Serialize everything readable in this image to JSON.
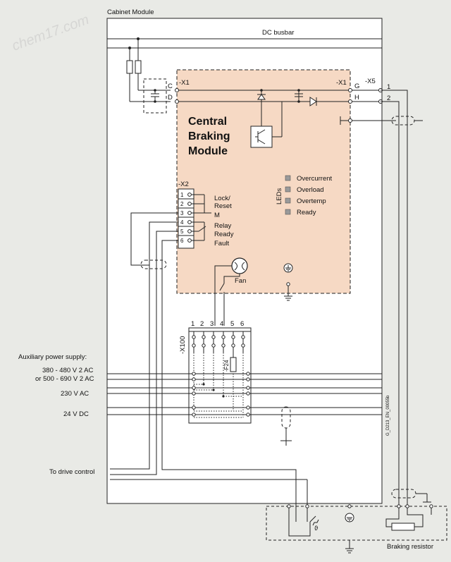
{
  "cabinet": {
    "title": "Cabinet Module",
    "busbar_label": "DC busbar"
  },
  "module": {
    "title_lines": [
      "Central",
      "Braking",
      "Module"
    ]
  },
  "connectors": {
    "x1_left": "-X1",
    "x1_right": "-X1",
    "x5": "-X5",
    "x2": "-X2",
    "x100": "-X100",
    "c": "C",
    "d": "D",
    "g": "G",
    "h": "H",
    "x5_1": "1",
    "x5_2": "2"
  },
  "leds": {
    "label": "LEDs",
    "items": [
      "Overcurrent",
      "Overload",
      "Overtemp",
      "Ready"
    ],
    "color": "#9a9a9a"
  },
  "x2_terminals": [
    "1",
    "2",
    "3",
    "4",
    "5",
    "6"
  ],
  "x2_labels": {
    "lock": "Lock/",
    "reset": "Reset",
    "m": "M",
    "relay": "Relay",
    "ready": "Ready",
    "fault": "Fault"
  },
  "fan_label": "Fan",
  "fuse_label": "-F24",
  "x100_terminals": [
    "1",
    "2",
    "3",
    "4",
    "5",
    "6"
  ],
  "supply": {
    "title": "Auxiliary power supply:",
    "ac1_line1": "380 - 480 V 2 AC",
    "ac1_line2": "or 500 - 690 V 2 AC",
    "ac230": "230 V AC",
    "dc24": "24 V DC"
  },
  "drive_control": "To drive control",
  "resistor_label": "Braking resistor",
  "theta": "ϑ",
  "doc_id": "G_D213_EN_00055b",
  "watermark": "chem17.com",
  "colors": {
    "module_fill": "#f6d9c4",
    "background": "#e9eae6",
    "cabinet_fill": "#ffffff"
  }
}
